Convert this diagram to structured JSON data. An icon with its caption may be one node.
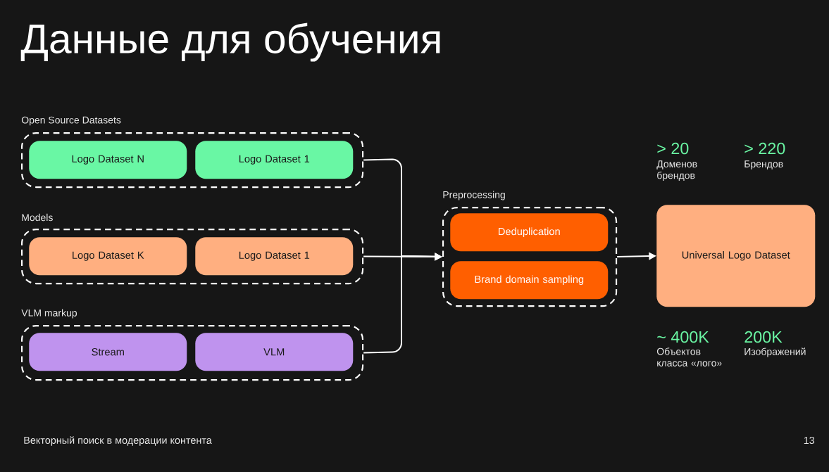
{
  "diagram": {
    "title": "Данные для обучения",
    "nodes": [
      {
        "text": [
          "Open Source Datasets"
        ]
      },
      {
        "text": [
          "Logo Dataset N"
        ],
        "in": 0
      },
      {
        "text": [
          "Logo Dataset 1"
        ],
        "in": 0
      },
      {
        "text": [
          "Models"
        ]
      },
      {
        "text": [
          "Logo Dataset K"
        ],
        "in": 3
      },
      {
        "text": [
          "Logo Dataset 1"
        ],
        "in": 3
      },
      {
        "text": [
          "VLM markup"
        ]
      },
      {
        "text": [
          "Stream"
        ],
        "in": 6
      },
      {
        "text": [
          "VLM"
        ],
        "in": 6
      },
      {
        "text": [
          "Preprocessing"
        ]
      },
      {
        "text": [
          "Deduplication"
        ],
        "in": 9
      },
      {
        "text": [
          "Brand domain sampling"
        ],
        "in": 9
      },
      {
        "text": [
          "Universal Logo Dataset"
        ]
      }
    ],
    "edges": [
      {
        "from": 0,
        "to": 9,
        "arrow": "to"
      },
      {
        "from": 3,
        "to": 9,
        "arrow": "to"
      },
      {
        "from": 6,
        "to": 9,
        "arrow": "to"
      },
      {
        "from": 9,
        "to": 12,
        "arrow": "to"
      }
    ],
    "labels": [
      "> 20",
      "Доменов брендов",
      "> 220",
      "Брендов",
      "~ 400K",
      "Объектов класса «лого»",
      "200K",
      "Изображений",
      "Векторный поиск в модерации контента",
      "13"
    ]
  }
}
